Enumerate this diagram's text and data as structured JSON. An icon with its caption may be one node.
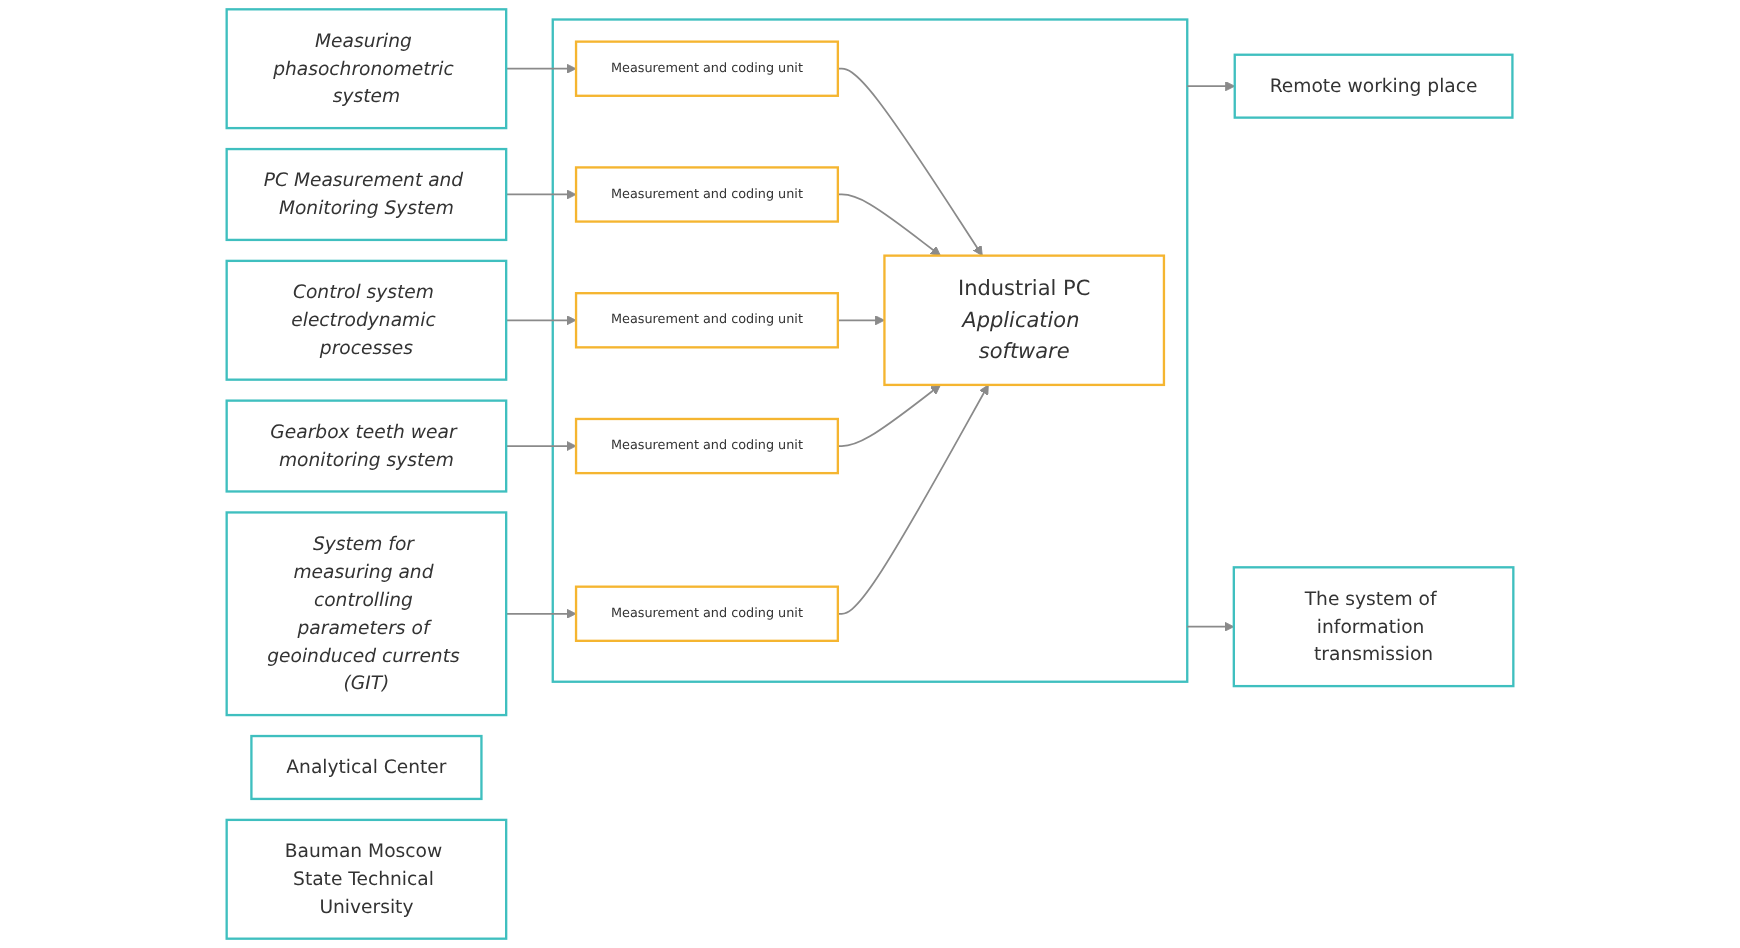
{
  "diagram": {
    "nodes": [
      {
        "text": [
          "Measuring phasochronometric system"
        ]
      },
      {
        "text": [
          "PC Measurement and Monitoring System"
        ]
      },
      {
        "text": [
          "Control system electrodynamic processes"
        ]
      },
      {
        "text": [
          "Gearbox teeth wear monitoring system"
        ]
      },
      {
        "text": [
          "System for measuring and controlling parameters of geoinduced currents (GIT)"
        ]
      },
      {
        "text": [],
        "shape": "box"
      },
      {
        "text": [
          "Measurement and coding unit"
        ],
        "in": 5
      },
      {
        "text": [
          "Measurement and coding unit"
        ],
        "in": 5
      },
      {
        "text": [
          "Measurement and coding unit"
        ],
        "in": 5
      },
      {
        "text": [
          "Measurement and coding unit"
        ],
        "in": 5
      },
      {
        "text": [
          "Measurement and coding unit"
        ],
        "in": 5
      },
      {
        "text": [
          "Industrial PC",
          "Application software"
        ],
        "in": 5
      },
      {
        "text": [
          "Remote working place"
        ]
      },
      {
        "text": [
          "The system of information transmission"
        ]
      },
      {
        "text": [
          "Analytical Center"
        ]
      },
      {
        "text": [
          "Bauman Moscow State Technical University"
        ]
      }
    ],
    "edges": [
      {
        "from": 0,
        "to": 6,
        "arrow": "to"
      },
      {
        "from": 1,
        "to": 7,
        "arrow": "to"
      },
      {
        "from": 2,
        "to": 8,
        "arrow": "to"
      },
      {
        "from": 3,
        "to": 9,
        "arrow": "to"
      },
      {
        "from": 4,
        "to": 10,
        "arrow": "to"
      },
      {
        "from": 6,
        "to": 11,
        "arrow": "to"
      },
      {
        "from": 7,
        "to": 11,
        "arrow": "to"
      },
      {
        "from": 8,
        "to": 11,
        "arrow": "to"
      },
      {
        "from": 9,
        "to": 11,
        "arrow": "to"
      },
      {
        "from": 10,
        "to": 11,
        "arrow": "to"
      },
      {
        "from": 5,
        "to": 12,
        "arrow": "to"
      },
      {
        "from": 5,
        "to": 13,
        "arrow": "to"
      }
    ]
  }
}
